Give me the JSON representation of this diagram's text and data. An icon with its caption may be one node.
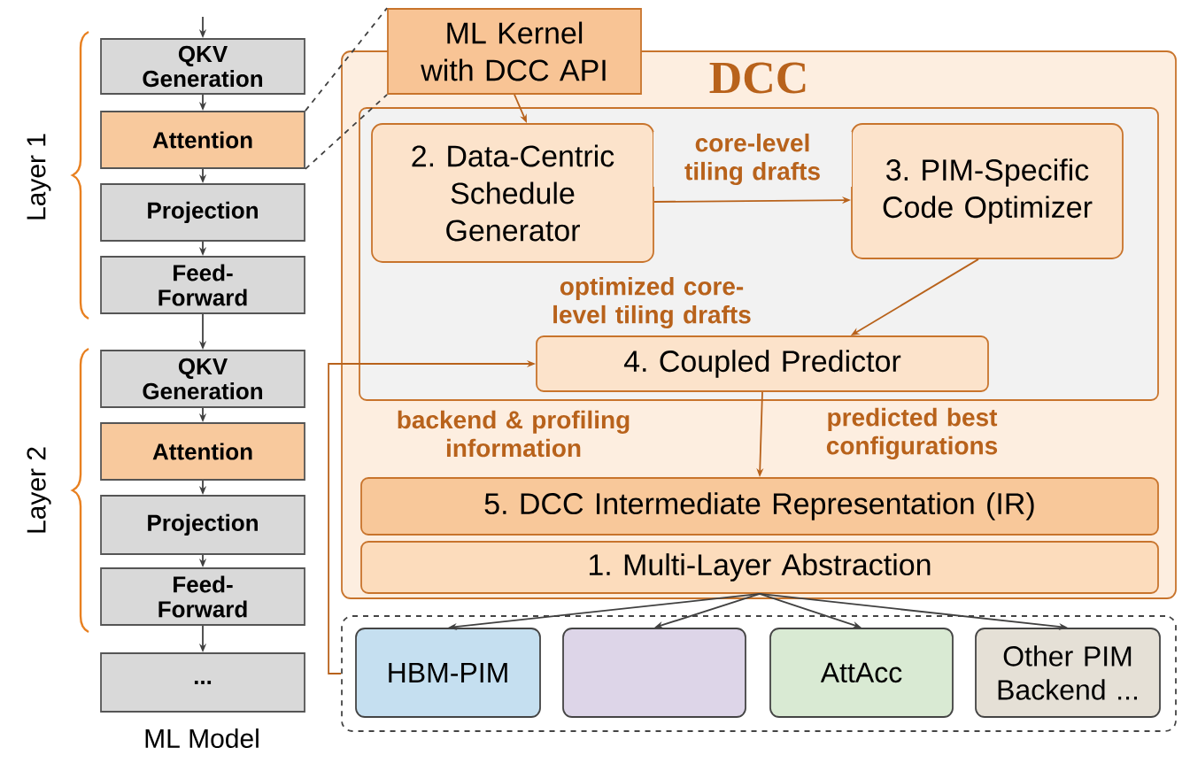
{
  "diagram": {
    "nodes": [
      {
        "text": [
          "QKV Generation"
        ]
      },
      {
        "text": [
          "Attention"
        ]
      },
      {
        "text": [
          "Projection"
        ]
      },
      {
        "text": [
          "Feed-Forward"
        ]
      },
      {
        "text": [
          "QKV Generation"
        ]
      },
      {
        "text": [
          "Attention"
        ]
      },
      {
        "text": [
          "Projection"
        ]
      },
      {
        "text": [
          "Feed-Forward"
        ]
      },
      {
        "text": [
          "..."
        ]
      },
      {
        "text": [
          "DCC"
        ]
      },
      {
        "text": [
          "ML Kernel with DCC API"
        ]
      },
      {
        "text": [],
        "shape": "box",
        "in": 9
      },
      {
        "text": [
          "2. Data-Centric Schedule Generator"
        ],
        "in": 11
      },
      {
        "text": [
          "3. PIM-Specific Code Optimizer"
        ],
        "in": 11
      },
      {
        "text": [
          "4. Coupled Predictor"
        ],
        "in": 11
      },
      {
        "text": [
          "5. DCC Intermediate Representation (IR)"
        ],
        "in": 9
      },
      {
        "text": [
          "1. Multi-Layer Abstraction"
        ],
        "in": 9
      },
      {
        "text": [],
        "shape": "box"
      },
      {
        "text": [
          "HBM-PIM"
        ],
        "in": 17
      },
      {
        "text": [],
        "shape": "box",
        "in": 17
      },
      {
        "text": [
          "AttAcc"
        ],
        "in": 17
      },
      {
        "text": [
          "Other PIM Backend ..."
        ],
        "in": 17
      }
    ],
    "edges": [
      {
        "from": null,
        "to": 0,
        "arrow": "to"
      },
      {
        "from": 0,
        "to": 1,
        "arrow": "to"
      },
      {
        "from": 1,
        "to": 2,
        "arrow": "to"
      },
      {
        "from": 2,
        "to": 3,
        "arrow": "to"
      },
      {
        "from": 3,
        "to": 4,
        "arrow": "to"
      },
      {
        "from": 4,
        "to": 5,
        "arrow": "to"
      },
      {
        "from": 5,
        "to": 6,
        "arrow": "to"
      },
      {
        "from": 6,
        "to": 7,
        "arrow": "to"
      },
      {
        "from": 7,
        "to": 8,
        "arrow": "to"
      },
      {
        "from": 1,
        "to": 10,
        "arrow": "none",
        "style": "dashed"
      },
      {
        "from": 1,
        "to": 10,
        "arrow": "none",
        "style": "dashed"
      },
      {
        "from": 10,
        "to": 12,
        "arrow": "to",
        "color": "#b8621b"
      },
      {
        "from": 12,
        "to": 13,
        "arrow": "to",
        "label": "core-level tiling drafts",
        "color": "#b8621b"
      },
      {
        "from": 13,
        "to": 14,
        "arrow": "to",
        "label": "optimized core-level tiling drafts",
        "color": "#b8621b"
      },
      {
        "from": 14,
        "to": 15,
        "arrow": "to",
        "label": "predicted best configurations",
        "color": "#b8621b"
      },
      {
        "from": 17,
        "to": 14,
        "arrow": "to",
        "label": "backend & profiling information",
        "color": "#b8621b"
      },
      {
        "from": 16,
        "to": 18,
        "arrow": "to"
      },
      {
        "from": 16,
        "to": 19,
        "arrow": "to"
      },
      {
        "from": 16,
        "to": 20,
        "arrow": "to"
      },
      {
        "from": 16,
        "to": 21,
        "arrow": "to"
      }
    ],
    "labels": [
      "Layer 1",
      "Layer 2",
      "ML Model"
    ]
  }
}
